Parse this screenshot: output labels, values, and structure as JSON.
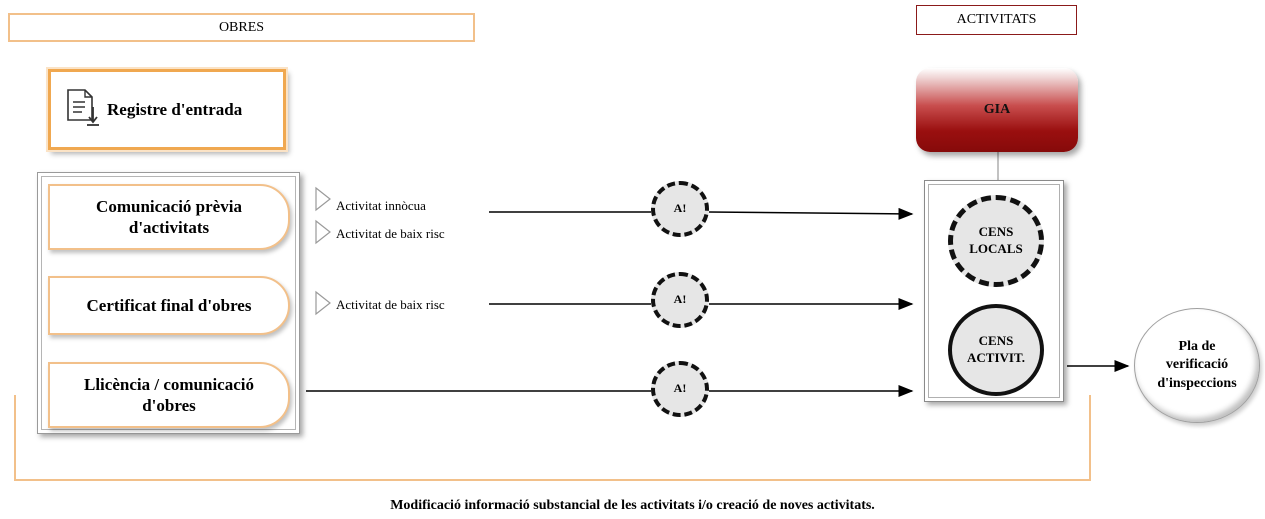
{
  "headers": {
    "obres": "OBRES",
    "activitats": "ACTIVITATS"
  },
  "registre": {
    "label": "Registre d'entrada",
    "icon": "document-download-icon"
  },
  "gia": {
    "label": "GIA"
  },
  "procedures": [
    {
      "line1": "Comunicació prèvia",
      "line2": "d'activitats"
    },
    {
      "line1": "Certificat final d'obres",
      "line2": ""
    },
    {
      "line1": "Llicència / comunicació",
      "line2": "d'obres"
    }
  ],
  "activity_types": [
    "Activitat innòcua",
    "Activitat de baix risc",
    "Activitat de baix risc"
  ],
  "alerts": [
    "A!",
    "A!",
    "A!"
  ],
  "cens": {
    "locals": {
      "line1": "CENS",
      "line2": "LOCALS"
    },
    "activitats": {
      "line1": "CENS",
      "line2": "ACTIVIT."
    }
  },
  "pla": {
    "line1": "Pla de",
    "line2": "verificació",
    "line3": "d'inspeccions"
  },
  "footer": "Modificació informació substancial de les activitats i/o creació de noves activitats.",
  "colors": {
    "obres_accent": "#f2c08a",
    "gia_red": "#9a0f0f",
    "activitats_border": "#8b1a1a"
  }
}
